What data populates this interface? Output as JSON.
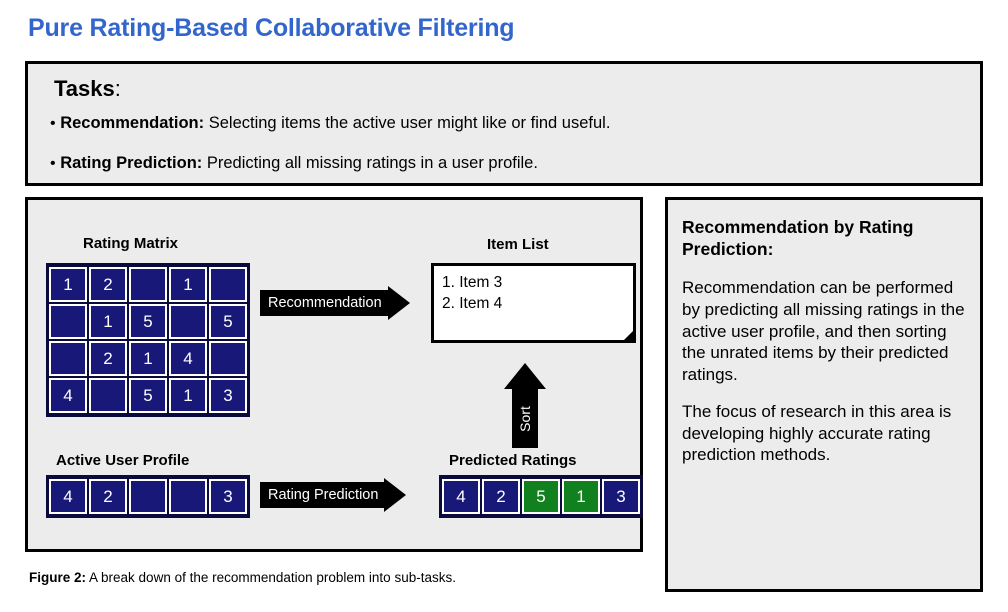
{
  "slide": {
    "title": "Pure Rating-Based Collaborative Filtering",
    "title_color": "#3366cc",
    "panel_bg": "#ececec",
    "matrix_bg": "#0a0a3c",
    "cell_color": "#181878",
    "predicted_cell_color": "#11801f"
  },
  "tasks": {
    "heading_bold": "Tasks",
    "heading_colon": ":",
    "items": [
      {
        "bullet": "•",
        "term": "Recommendation:",
        "text": " Selecting items the active user might like or find useful."
      },
      {
        "bullet": "•",
        "term": "Rating Prediction:",
        "text": " Predicting all missing ratings in a user profile."
      }
    ]
  },
  "diagram": {
    "rating_matrix": {
      "label": "Rating Matrix",
      "rows": [
        [
          "1",
          "2",
          "",
          "1",
          ""
        ],
        [
          "",
          "1",
          "5",
          "",
          "5"
        ],
        [
          "",
          "2",
          "1",
          "4",
          ""
        ],
        [
          "4",
          "",
          "5",
          "1",
          "3"
        ]
      ]
    },
    "active_user_profile": {
      "label": "Active User Profile",
      "values": [
        "4",
        "2",
        "",
        "",
        "3"
      ]
    },
    "predicted_ratings": {
      "label": "Predicted Ratings",
      "values": [
        "4",
        "2",
        "5",
        "1",
        "3"
      ],
      "predicted_flags": [
        false,
        false,
        true,
        true,
        false
      ]
    },
    "item_list": {
      "label": "Item List",
      "entries": [
        "1. Item 3",
        "2. Item 4"
      ]
    },
    "arrows": {
      "recommendation": "Recommendation",
      "rating_prediction": "Rating Prediction",
      "sort": "Sort"
    }
  },
  "caption": {
    "label": "Figure 2:",
    "text": " A break down of the recommendation problem into sub-tasks."
  },
  "info_panel": {
    "heading": "Recommendation by Rating Prediction:",
    "paragraphs": [
      "Recommendation can be performed by predicting all missing ratings in the active user profile, and then sorting the unrated items by their predicted ratings.",
      "The focus of research in this area is developing highly accurate rating prediction methods."
    ]
  }
}
